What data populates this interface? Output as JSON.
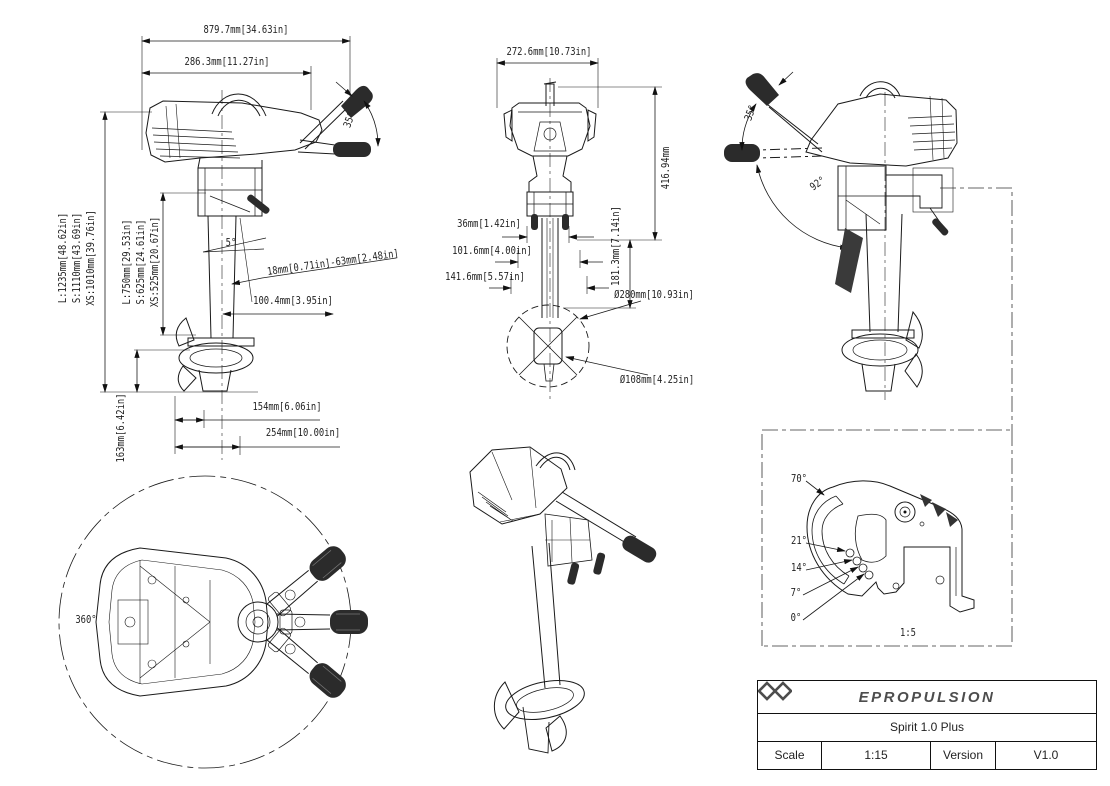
{
  "drawing": {
    "side_view": {
      "overall_width": "879.7mm[34.63in]",
      "head_width": "286.3mm[11.27in]",
      "tiller_tilt_angle": "35°",
      "trim_angle": "5°",
      "anode_range": "18mm[0.71in]-63mm[2.48in]",
      "shaft_to_prop": "100.4mm[3.95in]",
      "overall_lengths": [
        "L:1235mm[48.62in]",
        "S:1110mm[43.69in]",
        "XS:1010mm[39.76in]"
      ],
      "shaft_lengths": [
        "L:750mm[29.53in]",
        "S:625mm[24.61in]",
        "XS:525mm[20.67in]"
      ],
      "skeg_height": "163mm[6.42in]",
      "prop_setback": "154mm[6.06in]",
      "mount_depth": "254mm[10.00in]"
    },
    "front_view": {
      "width": "272.6mm[10.73in]",
      "upper_height": "416.94mm",
      "clamp_min": "36mm[1.42in]",
      "transom_a": "101.6mm[4.00in]",
      "transom_b": "141.6mm[5.57in]",
      "lower_height": "181.3mm[7.14in]",
      "prop_diameter": "Ø280mm[10.93in]",
      "hub_diameter": "Ø108mm[4.25in]"
    },
    "rear_view": {
      "tiller_tilt_angle": "35°",
      "tilt_range": "92°"
    },
    "top_view": {
      "steering_range": "360°"
    },
    "detail_view": {
      "trim_angles": [
        "70°",
        "21°",
        "14°",
        "7°",
        "0°"
      ],
      "scale": "1:5"
    }
  },
  "title_block": {
    "brand": "EPROPULSION",
    "model": "Spirit 1.0 Plus",
    "scale_label": "Scale",
    "scale_value": "1:15",
    "version_label": "Version",
    "version_value": "V1.0"
  }
}
